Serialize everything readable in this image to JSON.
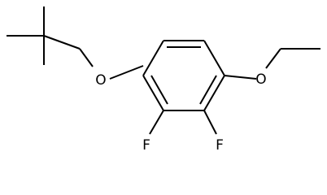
{
  "atoms": {
    "o_left": "O",
    "o_right": "O",
    "f_left": "F",
    "f_right": "F"
  },
  "colors": {
    "bond": "#000000",
    "label": "#000000",
    "background": "#ffffff"
  }
}
